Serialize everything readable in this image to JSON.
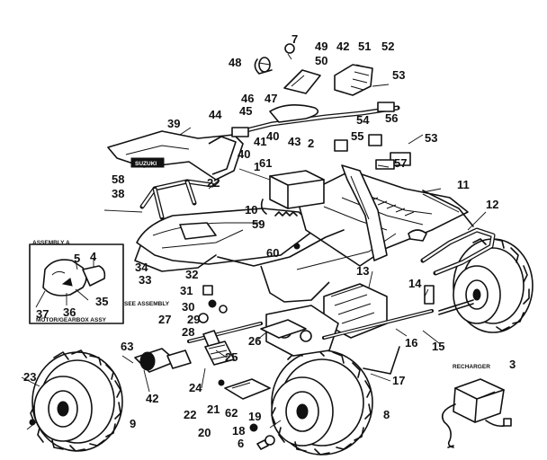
{
  "assembly": {
    "title": "ASSEMBLY A",
    "footer": "MOTOR/GEARBOX ASSY",
    "see_assembly": "SEE ASSEMBLY"
  },
  "recharger": "RECHARGER",
  "tank_brand": "SUZUKI",
  "callouts": {
    "n1": "1",
    "n2": "2",
    "n3": "3",
    "n4": "4",
    "n5": "5",
    "n6": "6",
    "n7": "7",
    "n8": "8",
    "n9": "9",
    "n10": "10",
    "n11": "11",
    "n12": "12",
    "n13": "13",
    "n14": "14",
    "n15": "15",
    "n16": "16",
    "n17": "17",
    "n18": "18",
    "n19": "19",
    "n20": "20",
    "n21": "21",
    "n22a": "22",
    "n22b": "22",
    "n23": "23",
    "n24": "24",
    "n25": "25",
    "n26": "26",
    "n27": "27",
    "n28": "28",
    "n29": "29",
    "n30": "30",
    "n31": "31",
    "n32": "32",
    "n33": "33",
    "n34": "34",
    "n35": "35",
    "n36": "36",
    "n37": "37",
    "n38": "38",
    "n39": "39",
    "n40a": "40",
    "n40b": "40",
    "n41": "41",
    "n42a": "42",
    "n42b": "42",
    "n43": "43",
    "n44": "44",
    "n45": "45",
    "n46": "46",
    "n47": "47",
    "n48": "48",
    "n49": "49",
    "n50": "50",
    "n51": "51",
    "n52": "52",
    "n53a": "53",
    "n53b": "53",
    "n54": "54",
    "n55": "55",
    "n56": "56",
    "n57": "57",
    "n58": "58",
    "n59": "59",
    "n60": "60",
    "n61": "61",
    "n62": "62",
    "n63": "63"
  }
}
